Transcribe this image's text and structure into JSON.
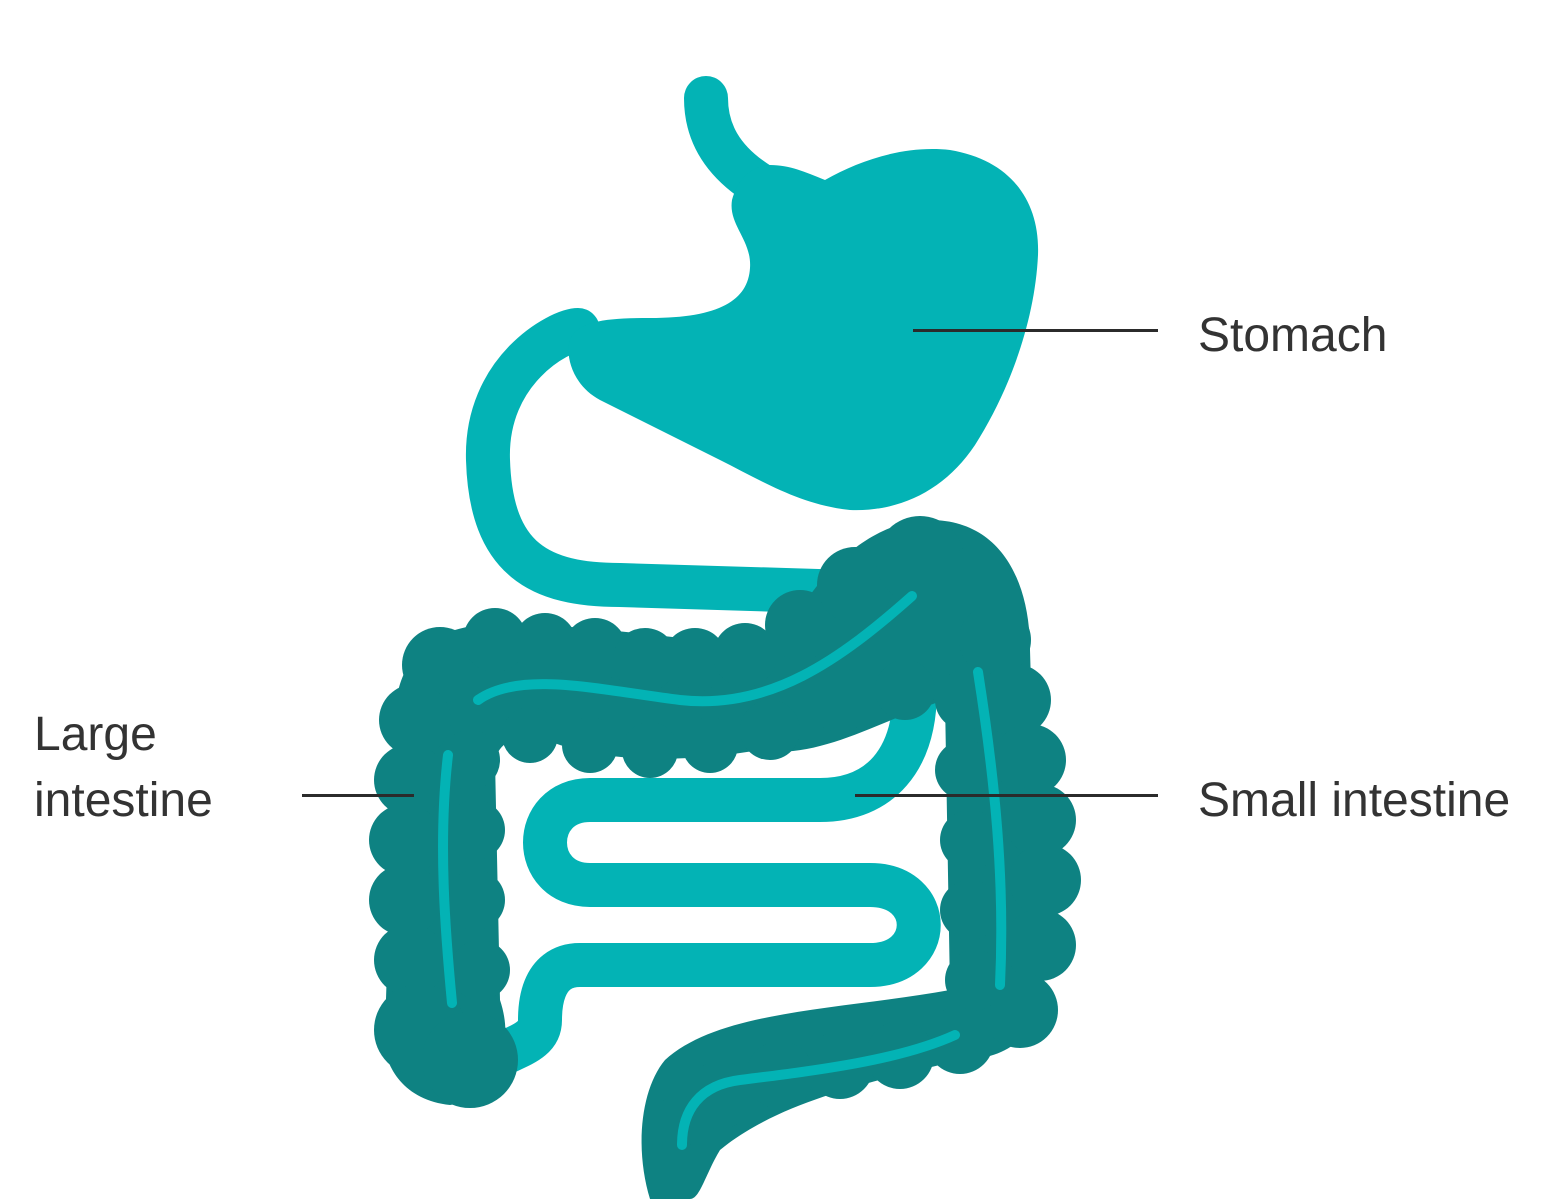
{
  "labels": {
    "stomach": "Stomach",
    "small_intestine": "Small intestine",
    "large_intestine_line1": "Large",
    "large_intestine_line2": "intestine"
  },
  "colors": {
    "stomach": "#03b3b5",
    "small_intestine": "#03b3b5",
    "large_intestine": "#0e8282",
    "highlight": "#03b3b5",
    "text": "#333333",
    "leader": "#2b2b2b"
  }
}
